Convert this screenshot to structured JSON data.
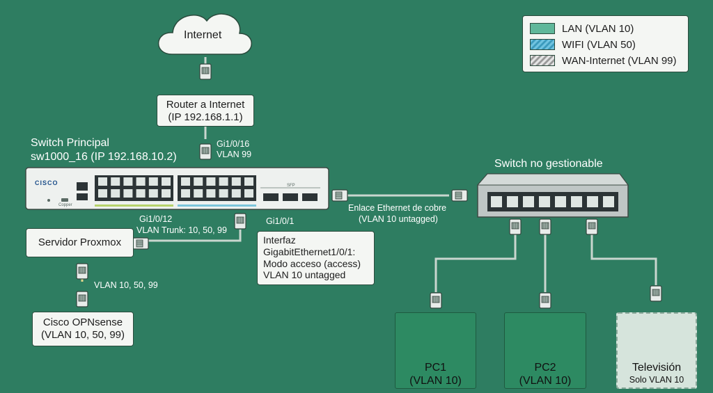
{
  "internet": {
    "label": "Internet"
  },
  "router": {
    "line1": "Router a Internet",
    "line2": "(IP 192.168.1.1)"
  },
  "main_switch": {
    "title_line1": "Switch Principal",
    "title_line2": "sw1000_16 (IP 192.168.10.2)",
    "brand": "CISCO",
    "sfp_label": "SFP",
    "console_label": "Copper"
  },
  "uplink_port": {
    "line1": "Gi1/0/16",
    "line2": "VLAN 99"
  },
  "trunk_port": {
    "line1": "Gi1/0/12",
    "line2": "VLAN Trunk: 10, 50, 99"
  },
  "access_port": {
    "label": "Gi1/0/1"
  },
  "proxmox": {
    "label": "Servidor Proxmox"
  },
  "proxmox_link": {
    "label": "VLAN 10, 50, 99"
  },
  "opnsense": {
    "line1": "Cisco OPNsense",
    "line2": "(VLAN 10, 50, 99)"
  },
  "interface_note": {
    "line1": "Interfaz",
    "line2": "GigabitEthernet1/0/1:",
    "line3": "Modo acceso (access)",
    "line4": "VLAN 10 untagged"
  },
  "copper_link": {
    "line1": "Enlace Ethernet de cobre",
    "line2": "(VLAN 10 untagged)"
  },
  "unmanaged_switch": {
    "label": "Switch no gestionable"
  },
  "pc1": {
    "name": "PC1",
    "vlan": "(VLAN 10)"
  },
  "pc2": {
    "name": "PC2",
    "vlan": "(VLAN 10)"
  },
  "tv": {
    "name": "Televisión",
    "note": "Solo VLAN 10"
  },
  "legend": {
    "items": [
      {
        "label": "LAN (VLAN 10)",
        "swatch": "lan"
      },
      {
        "label": "WIFI (VLAN 50)",
        "swatch": "wifi"
      },
      {
        "label": "WAN-Internet (VLAN 99)",
        "swatch": "wan"
      }
    ]
  },
  "colors": {
    "background": "#2e7d61",
    "lan": "#5fb79a",
    "wifi": "#3c9bbd",
    "wan": "#9a9a9a"
  }
}
